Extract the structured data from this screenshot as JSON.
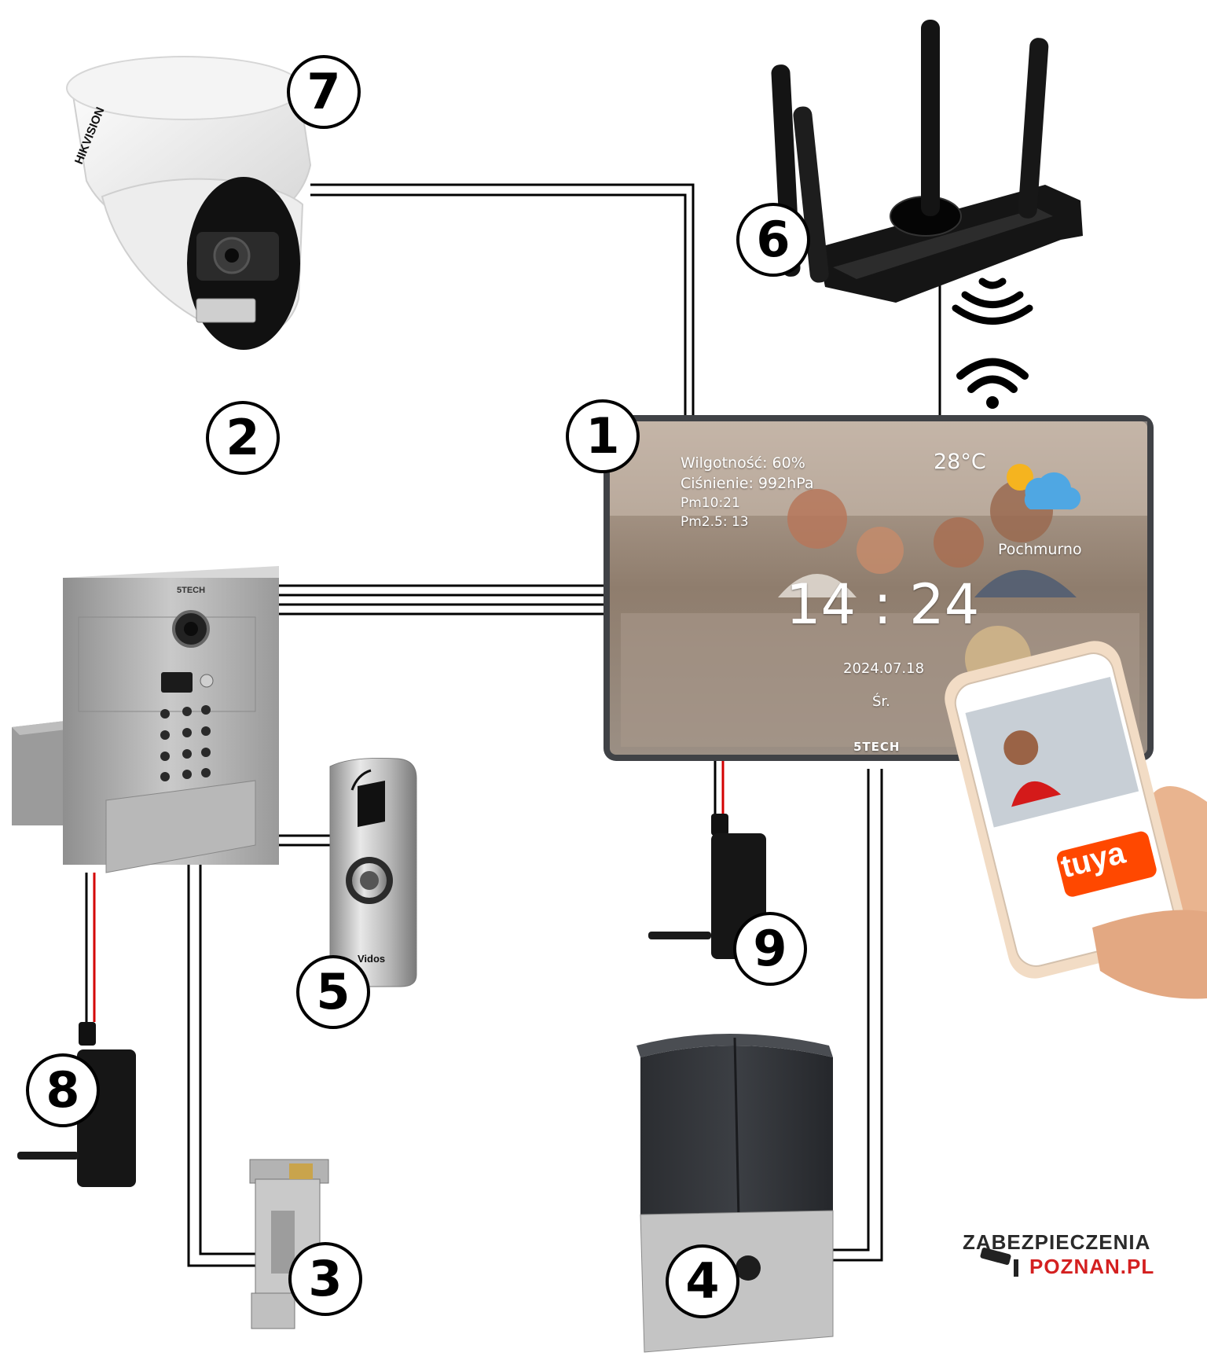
{
  "diagram": {
    "labels": {
      "monitor": "1",
      "camera": "2",
      "electric_strike": "3",
      "gate_drive": "4",
      "exit_button": "5",
      "router": "6",
      "ip_camera": "7",
      "panel_power_supply": "8",
      "monitor_power_supply": "9"
    },
    "monitor_screen": {
      "humidity": "Wilgotność: 60%",
      "pressure": "Ciśnienie: 992hPa",
      "pm10": "Pm10:21",
      "pm25": "Pm2.5: 13",
      "temperature": "28°C",
      "weather": "Pochmurno",
      "time": "14 : 24",
      "date": "2024.07.18",
      "weekday": "Śr."
    },
    "brand_monitor": "5TECH",
    "brand_panel": "5TECH",
    "brand_button": "Vidos",
    "brand_camera": "HIKVISION",
    "phone_app": "tuya",
    "footer_logo": {
      "line1": "ZABEZPIECZENIA",
      "line2": "POZNAN.PL"
    },
    "colors": {
      "wire": "#000000",
      "power_wire": "#d40000",
      "tuya": "#ff4800",
      "logo_red": "#d42020"
    }
  }
}
